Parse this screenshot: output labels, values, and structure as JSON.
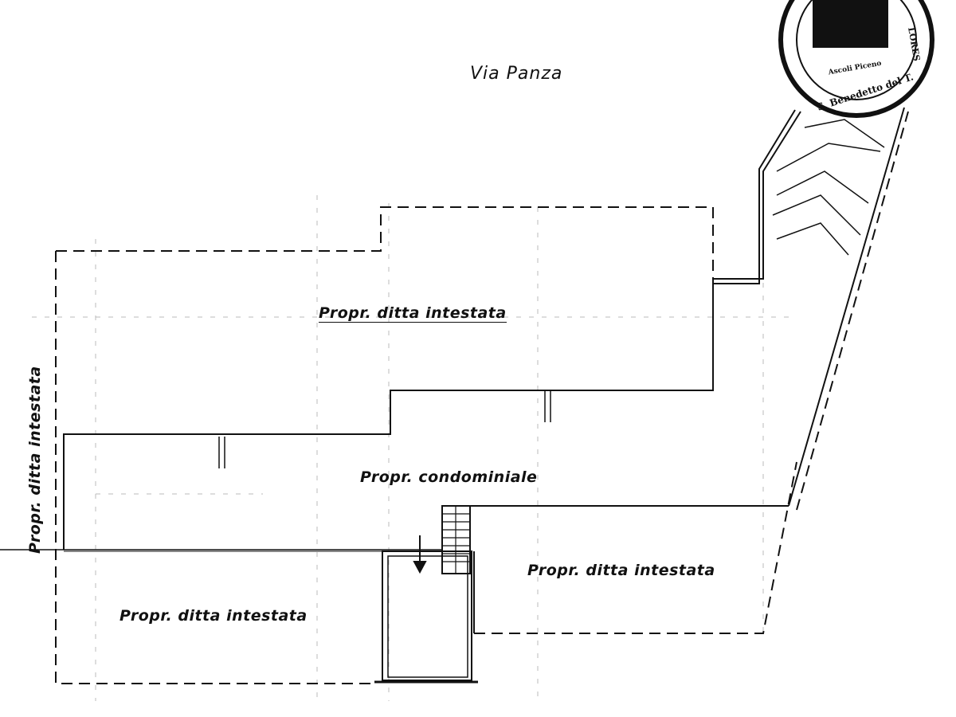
{
  "street_label": "Via Panza",
  "labels": {
    "upper_area": "Propr. ditta intestata",
    "common_area": "Propr. condominiale",
    "right_lower_area": "Propr. ditta intestata",
    "left_lower_area": "Propr. ditta intestata",
    "left_side_vertical": "Propr. ditta intestata"
  },
  "stamp": {
    "text": [
      "S. Benedetto del T.",
      "Ascoli Piceno",
      "LORES"
    ]
  },
  "colors": {
    "ink": "#111111",
    "paper": "#ffffff"
  }
}
